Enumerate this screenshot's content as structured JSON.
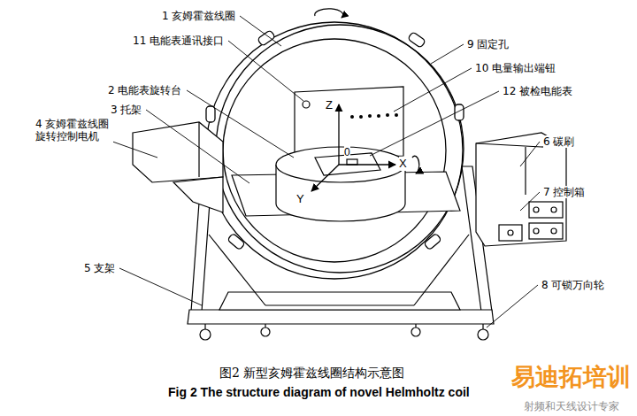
{
  "diagram": {
    "caption": "图2 新型亥姆霍兹线圈结构示意图",
    "labels": [
      "1 亥姆霍兹线圈",
      "11 电能表通讯接口",
      "9 固定孔",
      "10 电量输出端钮",
      "2 电能表旋转台",
      "12 被检电能表",
      "3 托架",
      "4 亥姆霍兹线圈 旋转控制电机",
      "6 碳刷",
      "7 控制箱",
      "5 支架",
      "8 可锁万向轮",
      "Z",
      "X",
      "Y",
      "0",
      "Fig 2 The structure diagram of novel Helmholtz coil",
      "易迪拓培训",
      "射频和天线设计专家"
    ]
  }
}
